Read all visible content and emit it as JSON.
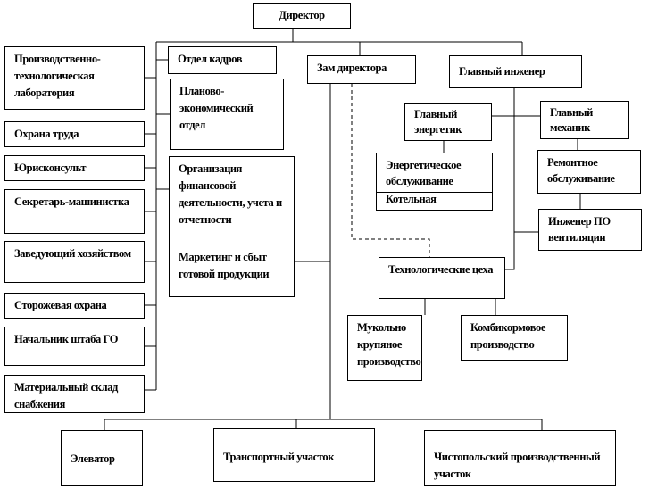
{
  "title": "Директор",
  "left_units": [
    "Производственно-технологическая лаборатория",
    "Охрана труда",
    "Юрисконсульт",
    "Секретарь-машинистка",
    "Заведующий хозяйством",
    "Сторожевая охрана",
    "Начальник штаба ГО",
    "Материальный склад снабжения"
  ],
  "mid_units": [
    "Отдел кадров",
    "Планово-экономический отдел",
    "Организация финансовой деятельности, учета и отчетности",
    "Маркетинг и сбыт готовой продукции"
  ],
  "deputy": "Зам директора",
  "chief_engineer": "Главный инженер",
  "chief_power": "Главный энергетик",
  "chief_mech": "Главный механик",
  "energy_service": "Энергетическое обслуживание",
  "boiler": "Котельная",
  "repair": "Ремонтное обслуживание",
  "vent": "Инженер ПО вентиляции",
  "tech": "Технологические цеха",
  "mill": "Мукольно крупяное производство",
  "feed": "Комбикормовое производство",
  "elevator": "Элеватор",
  "transport": "Транспортный участок",
  "chistopol": "Чистопольский производственный участок"
}
